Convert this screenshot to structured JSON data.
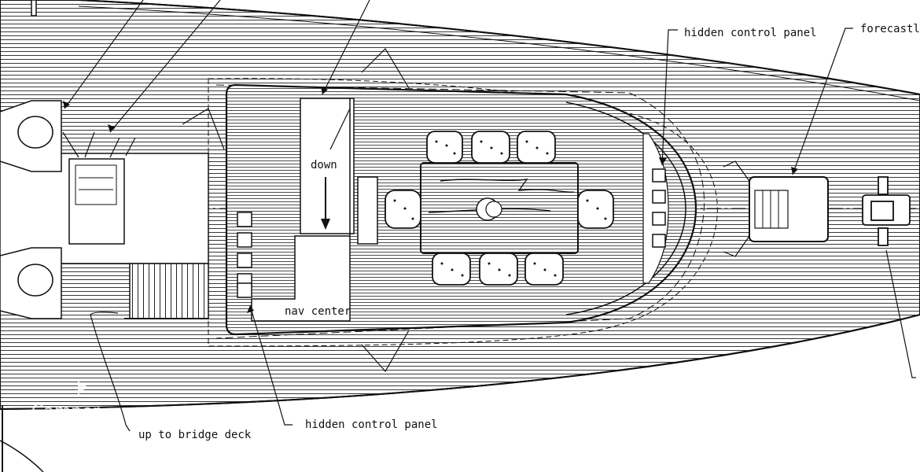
{
  "labels": {
    "hidden_control_panel_top": "hidden control panel",
    "forecastle": "forecastle",
    "down": "down",
    "nav_center": "nav center",
    "hidden_control_panel_bottom": "hidden control panel",
    "up_to_bridge_deck": "up to bridge deck"
  },
  "watermark": {
    "text": "Camper"
  },
  "colors": {
    "line": "#111111",
    "background": "#ffffff"
  }
}
